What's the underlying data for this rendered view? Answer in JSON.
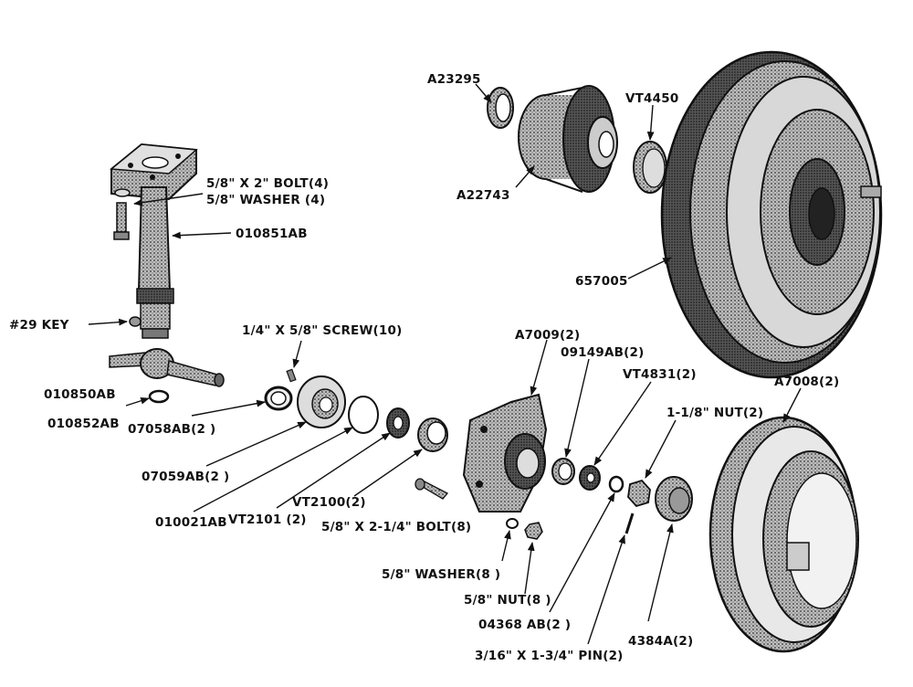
{
  "parts": {
    "bearing_seal_a": "A23295",
    "hub_a": "A22743",
    "hub_cap": "VT4450",
    "rear_wheel": "657005",
    "bolt_5_8_2": "5/8\" X 2\" BOLT(4)",
    "washer_5_8_4": "5/8\" WASHER (4)",
    "spindle": "010851AB",
    "key": "#29 KEY",
    "screw": "1/4\" X 5/8\" SCREW(10)",
    "axle_arm": "010850AB",
    "snap_ring": "010852AB",
    "seal_07058": "07058AB(2 )",
    "retainer_07059": "07059AB(2 )",
    "gasket_010021": "010021AB",
    "cone_vt2101": "VT2101 (2)",
    "cup_vt2100": "VT2100(2)",
    "bolt_5_8_2_1_4": "5/8\" X 2-1/4\" BOLT(8)",
    "washer_5_8_8": "5/8\" WASHER(8 )",
    "nut_5_8_8": "5/8\" NUT(8 )",
    "hub_a7009": "A7009(2)",
    "cup_09149": "09149AB(2)",
    "cone_vt4831": "VT4831(2)",
    "wheel_a7008": "A7008(2)",
    "nut_1_1_8": "1-1/8\" NUT(2)",
    "washer_04368": "04368 AB(2 )",
    "pin_3_16": "3/16\" X 1-3/4\" PIN(2)",
    "cap_4384a": "4384A(2)"
  }
}
